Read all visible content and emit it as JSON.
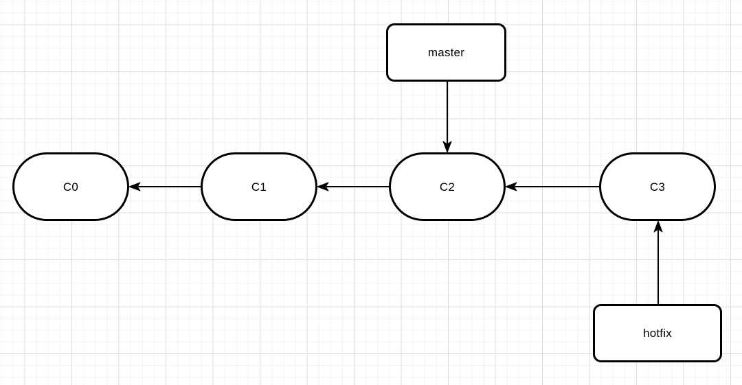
{
  "canvas": {
    "background_color": "#ffffff",
    "grid_minor_color": "#f2f2f2",
    "grid_major_color": "#dcdcdc"
  },
  "diagram": {
    "kind": "git-commit-graph",
    "node_fill": "#ffffff",
    "node_stroke": "#000000",
    "edge_color": "#000000",
    "commits": [
      {
        "label": "C0"
      },
      {
        "label": "C1"
      },
      {
        "label": "C2"
      },
      {
        "label": "C3"
      }
    ],
    "branches": [
      {
        "label": "master",
        "points_to": "C2"
      },
      {
        "label": "hotfix",
        "points_to": "C3"
      }
    ],
    "edges": [
      {
        "from": "C1",
        "to": "C0",
        "direction": "left"
      },
      {
        "from": "C2",
        "to": "C1",
        "direction": "left"
      },
      {
        "from": "C3",
        "to": "C2",
        "direction": "left"
      },
      {
        "from": "master",
        "to": "C2",
        "direction": "down"
      },
      {
        "from": "hotfix",
        "to": "C3",
        "direction": "up"
      }
    ]
  }
}
